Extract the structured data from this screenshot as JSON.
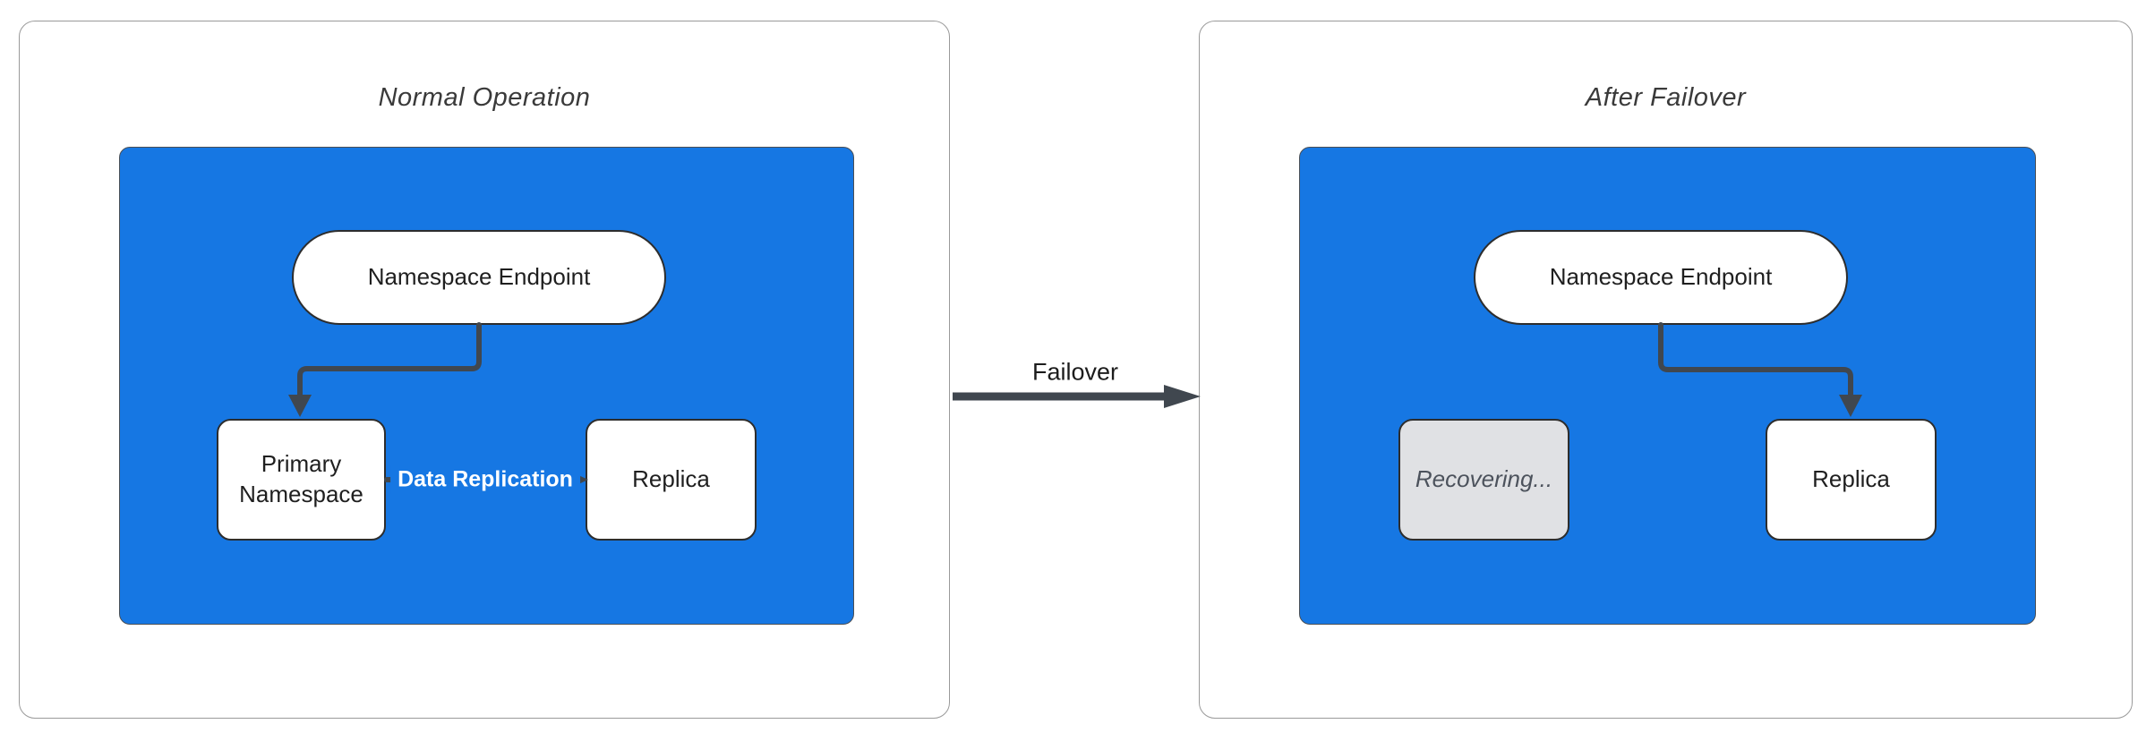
{
  "diagram": {
    "left_panel": {
      "title": "Normal Operation",
      "endpoint": "Namespace Endpoint",
      "primary": "Primary Namespace",
      "replica": "Replica",
      "replication_label": "Data Replication"
    },
    "right_panel": {
      "title": "After Failover",
      "endpoint": "Namespace Endpoint",
      "recovering": "Recovering...",
      "replica": "Replica"
    },
    "transition_label": "Failover",
    "colors": {
      "container_fill": "#1677e3",
      "node_fill": "#ffffff",
      "recovering_fill": "#e0e1e4",
      "edge": "#40474f",
      "node_border": "#2d2d2d",
      "panel_border": "#9a9a9a"
    }
  }
}
